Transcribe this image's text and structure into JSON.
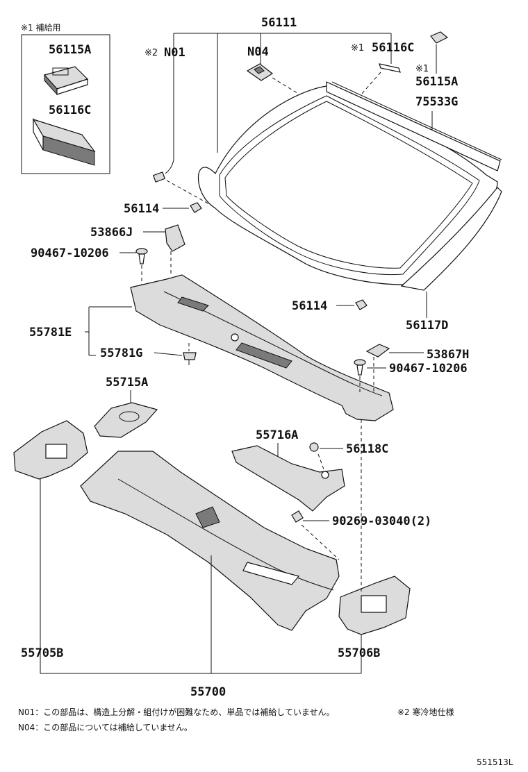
{
  "supply_box": {
    "header": "※1 補給用",
    "parts": [
      "56115A",
      "56116C"
    ]
  },
  "part_labels": {
    "p56111": "56111",
    "p56116C": "56116C",
    "p56115A": "56115A",
    "p75533G": "75533G",
    "pN01": "N01",
    "pN04": "N04",
    "p56114_a": "56114",
    "p53866J": "53866J",
    "p90467_a": "90467-10206",
    "p56114_b": "56114",
    "p56117D": "56117D",
    "p55781E": "55781E",
    "p55781G": "55781G",
    "p53867H": "53867H",
    "p90467_b": "90467-10206",
    "p55715A": "55715A",
    "p55716A": "55716A",
    "p56118C": "56118C",
    "p90269": "90269-03040(2)",
    "p55705B": "55705B",
    "p55706B": "55706B",
    "p55700": "55700"
  },
  "note_marks": {
    "m1_a": "※1",
    "m1_b": "※1",
    "m2": "※2"
  },
  "footnotes": {
    "n01": "N01：この部品は、構造上分解・組付けが困難なため、単品では補給していません。",
    "n04": "N04：この部品については補給していません。",
    "note2": "※2 寒冷地仕様"
  },
  "diagram_code": "551513L"
}
